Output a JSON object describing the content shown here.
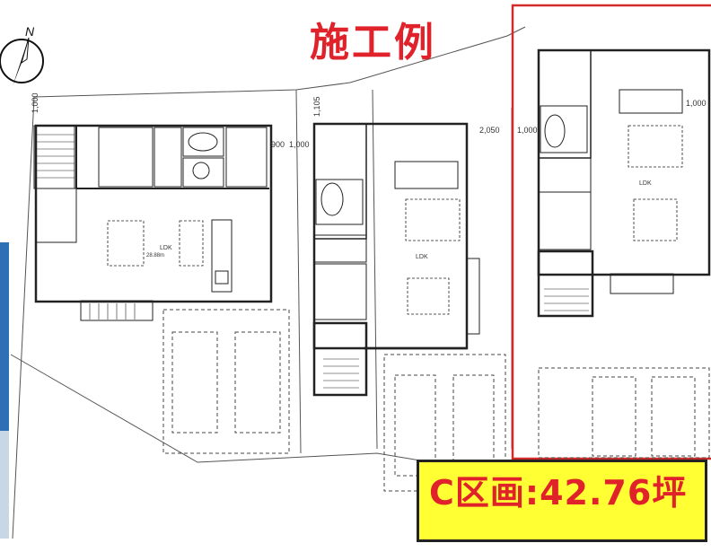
{
  "title": "施工例",
  "area_label": "C区画:42.76坪",
  "compass": {
    "north": "N"
  },
  "dimensions": {
    "left_top": "1,000",
    "left_gap1": "900",
    "left_gap2": "1,000",
    "mid_top": "1,105",
    "mid_gap": "2,050",
    "mid_gap2": "1,000",
    "right_top": "1,000"
  },
  "rooms": {
    "ldk_left": "LDK",
    "ldk_left_area": "28.88m",
    "ldk_mid": "LDK",
    "ldk_right": "LDK"
  },
  "colors": {
    "title": "#e0232b",
    "badge_fill": "#ffff33",
    "highlight_border": "#d42a2a"
  }
}
